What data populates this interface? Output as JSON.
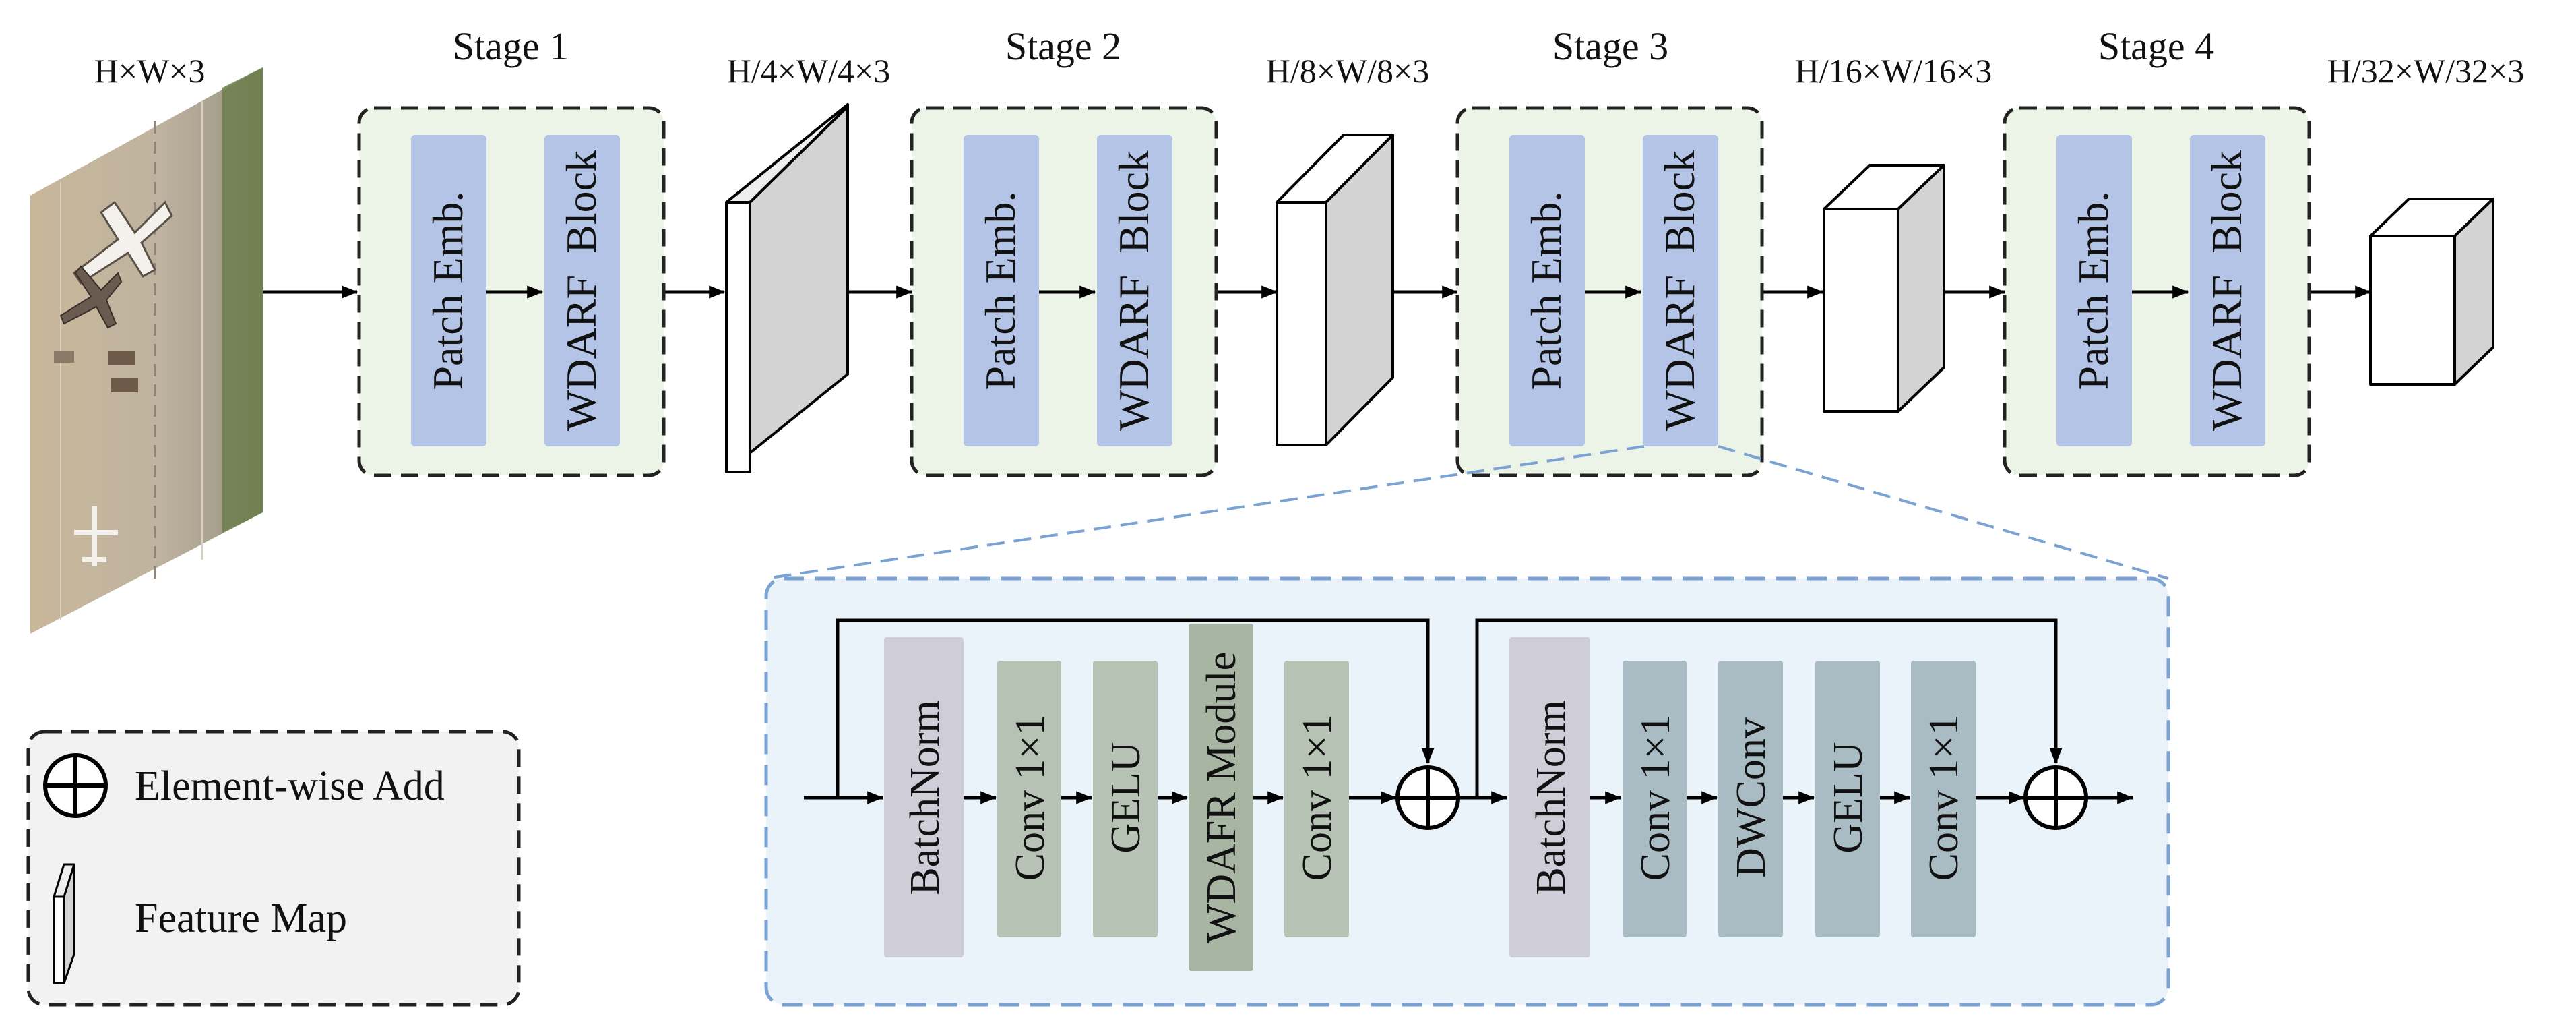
{
  "colors": {
    "stage_bg": "#ebf4e6",
    "stage_border": "#222222",
    "patch_emb": "#b3c4e6",
    "wdarf_block": "#b3c4e6",
    "detail_bg": "#eaf2fa",
    "detail_border": "#7aa2d2",
    "legend_bg": "#f2f2f2",
    "batchnorm": "#cfcdd8",
    "conv_green": "#b6c2b4",
    "conv_blue": "#a9bbc3",
    "wdafr_module": "#a9b5a3",
    "feature_front": "#ffffff",
    "feature_side": "#d3d3d3"
  },
  "input": {
    "dims": "H×W×3",
    "image_desc_icon": "aerial-airport-image"
  },
  "stages": [
    {
      "title": "Stage 1",
      "patch": "Patch Emb.",
      "block": "WDARF  Block",
      "out_dims": "H/4×W/4×3"
    },
    {
      "title": "Stage 2",
      "patch": "Patch Emb.",
      "block": "WDARF  Block",
      "out_dims": "H/8×W/8×3"
    },
    {
      "title": "Stage 3",
      "patch": "Patch Emb.",
      "block": "WDARF  Block",
      "out_dims": "H/16×W/16×3"
    },
    {
      "title": "Stage 4",
      "patch": "Patch Emb.",
      "block": "WDARF  Block",
      "out_dims": "H/32×W/32×3"
    }
  ],
  "detail": {
    "part1": [
      "BatchNorm",
      "Conv 1×1",
      "GELU",
      "WDAFR Module",
      "Conv 1×1"
    ],
    "part2": [
      "BatchNorm",
      "Conv 1×1",
      "DWConv",
      "GELU",
      "Conv 1×1"
    ]
  },
  "legend": {
    "add_label": "Element-wise Add",
    "feature_label": "Feature Map"
  }
}
